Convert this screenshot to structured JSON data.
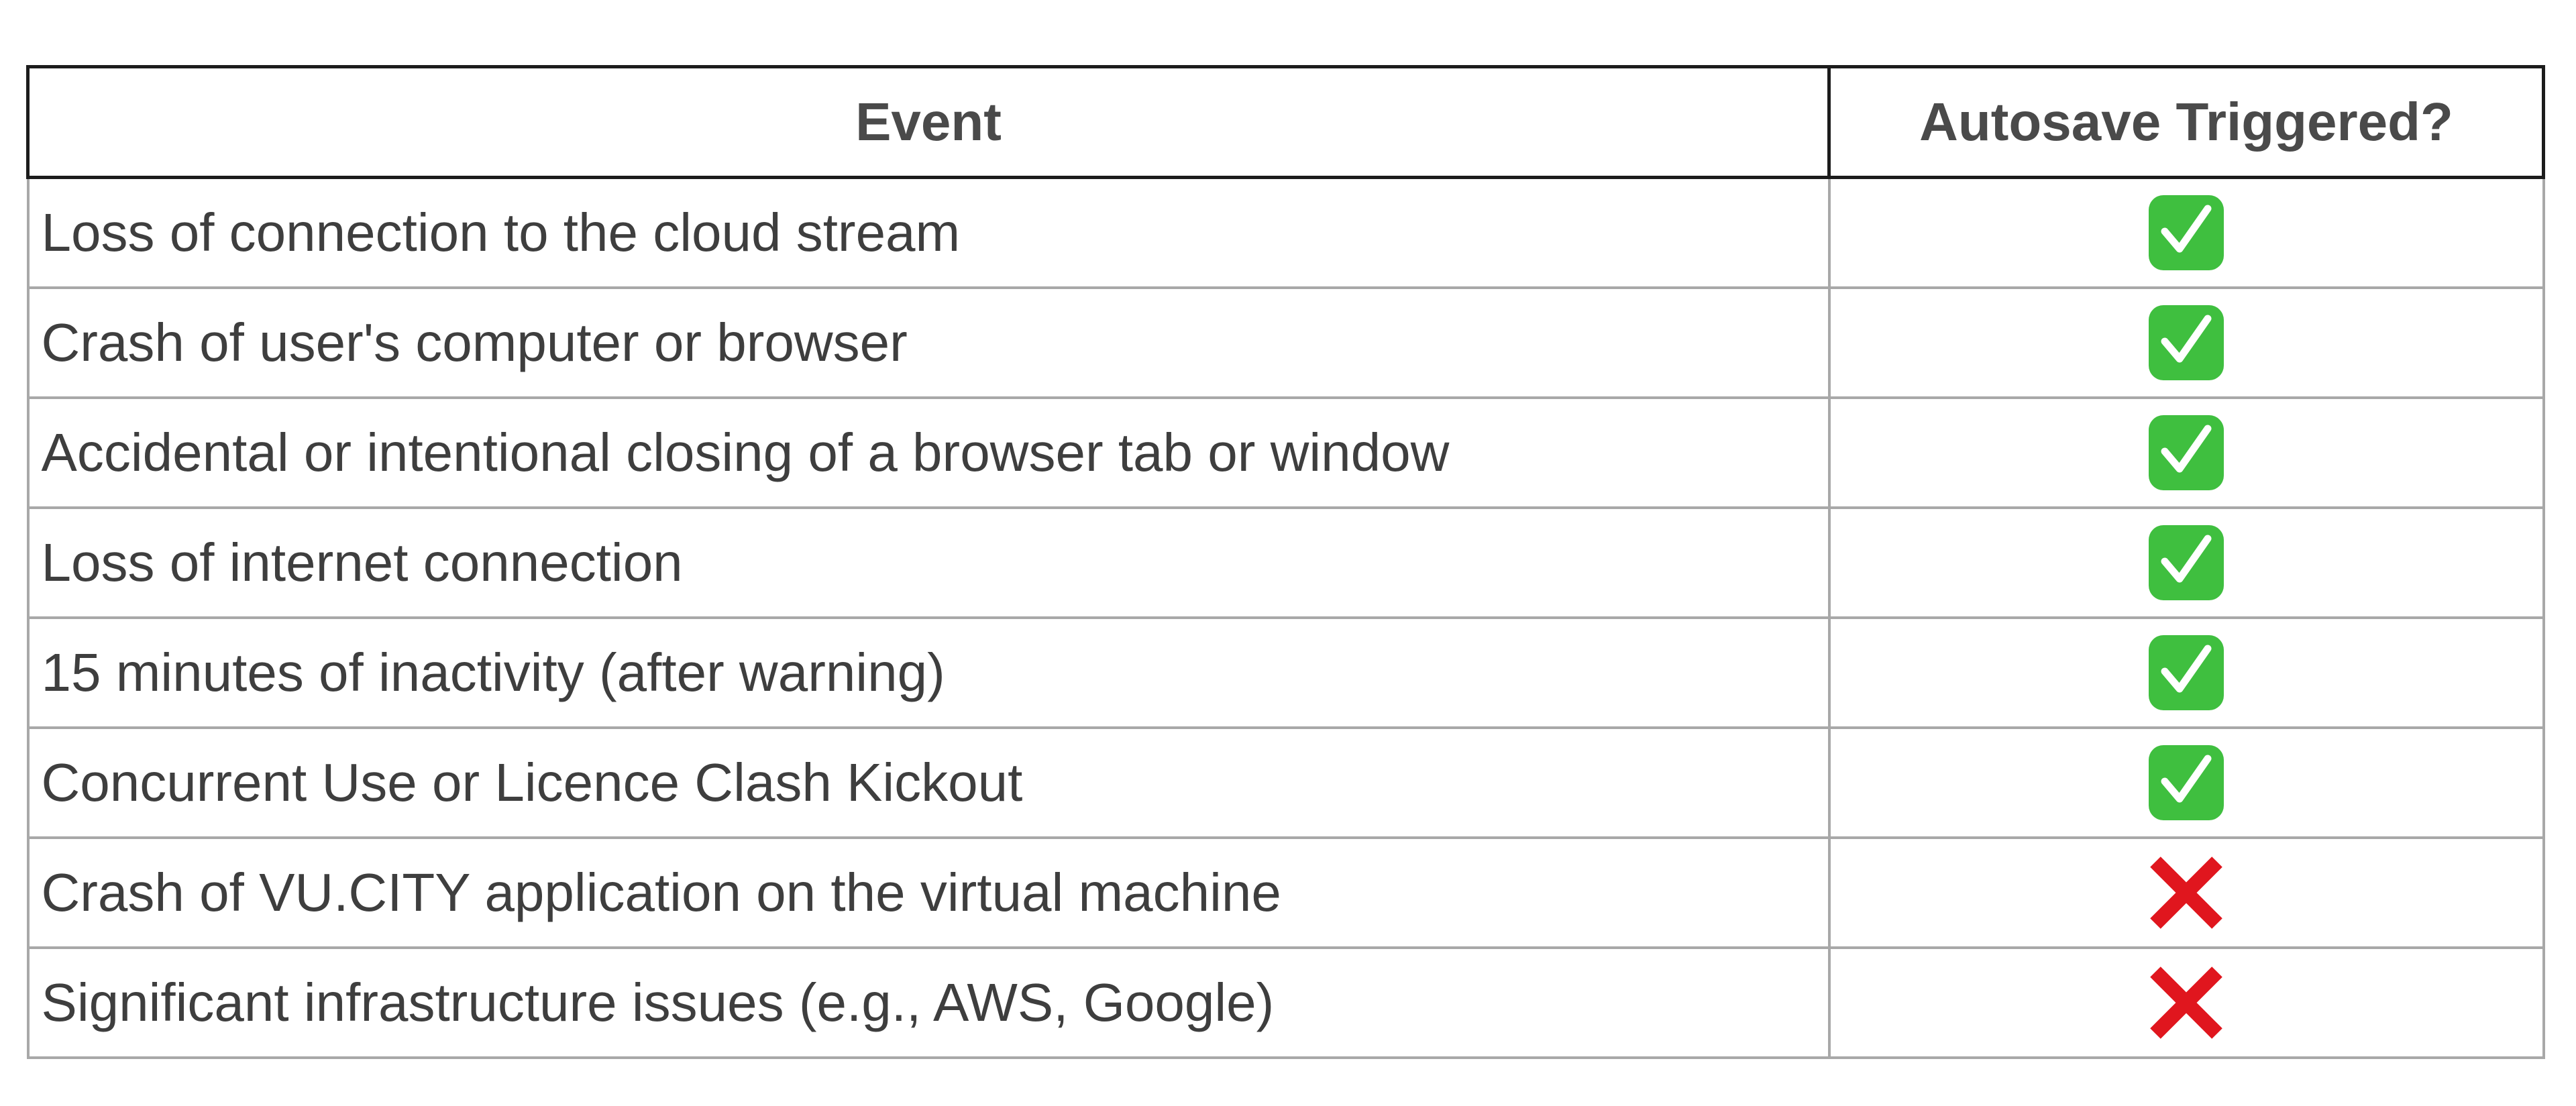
{
  "table": {
    "headers": [
      "Event",
      "Autosave Triggered?"
    ],
    "rows": [
      {
        "event": "Loss of connection to the cloud stream",
        "autosave": "yes",
        "icon": "check-mark-button-icon"
      },
      {
        "event": "Crash of user's computer or browser",
        "autosave": "yes",
        "icon": "check-mark-button-icon"
      },
      {
        "event": "Accidental or intentional closing of a browser tab or window",
        "autosave": "yes",
        "icon": "check-mark-button-icon"
      },
      {
        "event": "Loss of internet connection",
        "autosave": "yes",
        "icon": "check-mark-button-icon"
      },
      {
        "event": "15 minutes of inactivity (after warning)",
        "autosave": "yes",
        "icon": "check-mark-button-icon"
      },
      {
        "event": "Concurrent Use or Licence Clash Kickout",
        "autosave": "yes",
        "icon": "check-mark-button-icon"
      },
      {
        "event": "Crash of VU.CITY application on the virtual machine",
        "autosave": "no",
        "icon": "cross-mark-icon"
      },
      {
        "event": "Significant infrastructure issues (e.g., AWS, Google)",
        "autosave": "no",
        "icon": "cross-mark-icon"
      }
    ]
  },
  "colors": {
    "check_bg": "#3fbf3f",
    "check_mark": "#ffffff",
    "cross": "#e0161e"
  }
}
